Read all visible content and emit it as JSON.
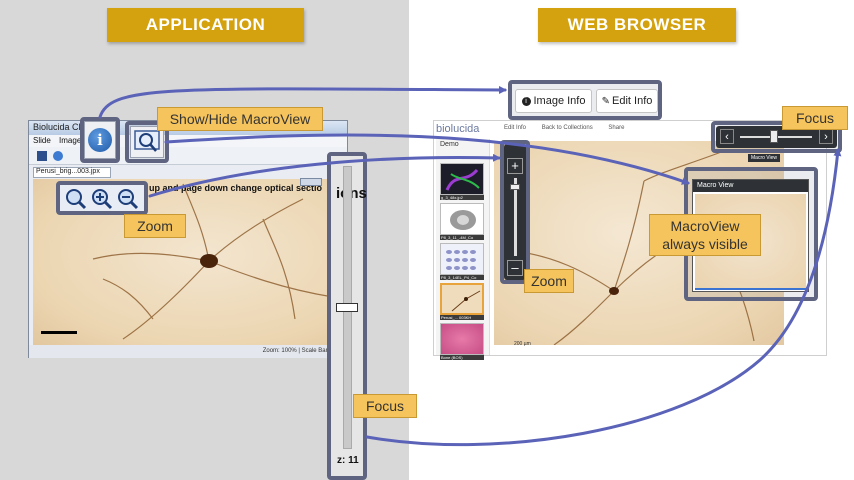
{
  "headers": {
    "application": "APPLICATION",
    "web_browser": "WEB BROWSER"
  },
  "callouts": {
    "show_hide": "Show/Hide MacroView",
    "zoom_app": "Zoom",
    "focus_app": "Focus",
    "zoom_web": "Zoom",
    "focus_web": "Focus",
    "macroview_line1": "MacroView",
    "macroview_line2": "always visible"
  },
  "app": {
    "title": "Biolucida Cl",
    "menu": [
      "Slide",
      "Image"
    ],
    "tab": "Perusi_brig...003.jpx",
    "overlay_text": "up and page down change optical sectio",
    "overlay_suffix": "ions",
    "status": "Zoom: 100% | Scale Bar: 100",
    "z_label": "z: 11",
    "info_glyph": "i",
    "focus_level": 0.5
  },
  "web": {
    "brand": "biolucida",
    "nav": [
      "Edit Info",
      "Back to Collections",
      "Share"
    ],
    "buttons": {
      "image_info": "Image Info",
      "edit_info": "Edit Info"
    },
    "sidebar_title": "Demo",
    "thumbnails": [
      "g_3_48x.jp2",
      "P8_3_11_-4M_Co",
      "P8_3_14EL_P4_Co",
      "Perusi_... 003KH",
      "Bone (BOS)"
    ],
    "macro_title": "Macro View",
    "scale": "200 µm",
    "focus_small": "Macro View"
  },
  "icons": {
    "info": "info-icon",
    "macroview": "magnifier-monitor-icon",
    "zoom_fit": "zoom-fit-icon",
    "zoom_in": "zoom-in-icon",
    "zoom_out": "zoom-out-icon",
    "image_info": "info-circle-icon",
    "edit_info": "pencil-icon"
  },
  "colors": {
    "badge": "#d4a20e",
    "callout": "#f6c45c",
    "arrow": "#5b63b8",
    "highlight": "#5f6580"
  }
}
